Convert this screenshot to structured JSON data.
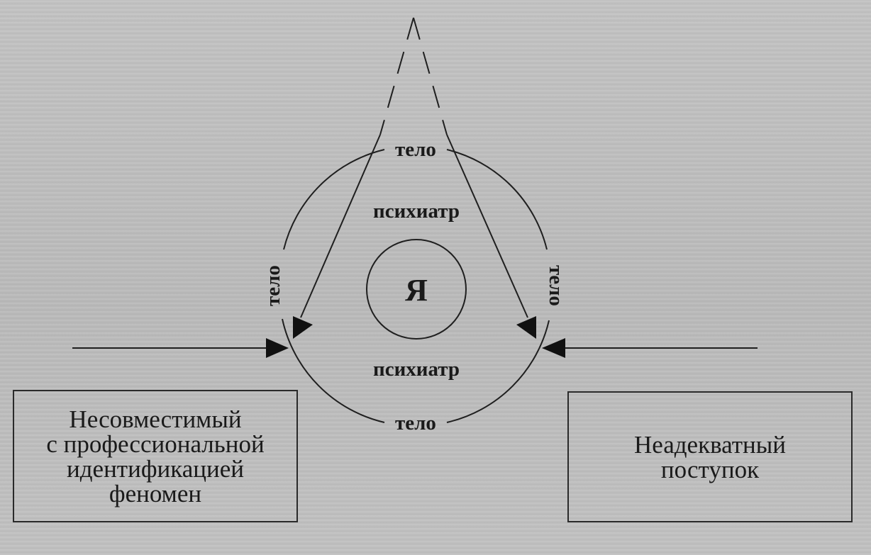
{
  "center_label": "Я",
  "labels": {
    "body_top": "тело",
    "body_bottom": "тело",
    "body_left": "тело",
    "body_right": "тело",
    "psychiatrist_top": "психиатр",
    "psychiatrist_bottom": "психиатр"
  },
  "boxes": {
    "left": {
      "lines": [
        "Несовместимый",
        "с профессиональной",
        "идентификацией",
        "феномен"
      ]
    },
    "right": {
      "lines": [
        "Неадекватный",
        "поступок"
      ]
    }
  }
}
